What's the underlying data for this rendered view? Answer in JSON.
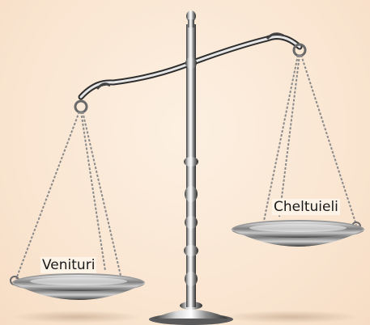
{
  "labels": {
    "left_pan": "Venituri",
    "right_pan": "Cheltuieli"
  },
  "colors": {
    "background": "#fae6d3",
    "metal_light": "#f2f2f2",
    "metal_mid": "#9a9a9a",
    "metal_dark": "#3a3a3a"
  },
  "scene": {
    "subject": "balance-scale",
    "tilt": "left-pan-lower"
  }
}
